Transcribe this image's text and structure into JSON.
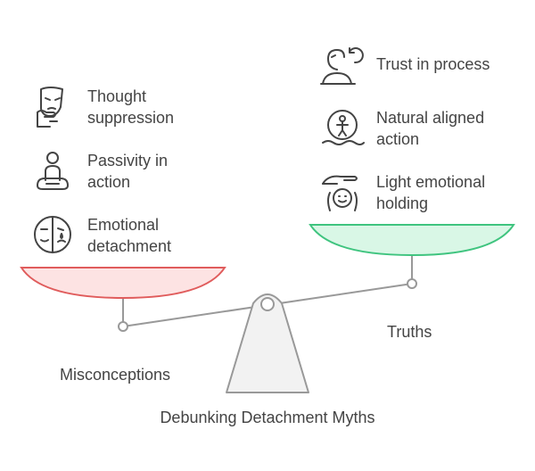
{
  "title": "Debunking Detachment Myths",
  "colors": {
    "left_pan_fill": "#fde3e3",
    "left_pan_stroke": "#e05c5c",
    "right_pan_fill": "#d9f7e6",
    "right_pan_stroke": "#3fc47f",
    "structure": "#999999",
    "fulcrum_fill": "#f2f2f2",
    "text": "#444444"
  },
  "left": {
    "label": "Misconceptions",
    "items": [
      {
        "line1": "Thought",
        "line2": "suppression",
        "icon": "mask-hand-icon"
      },
      {
        "line1": "Passivity in",
        "line2": "action",
        "icon": "meditating-person-icon"
      },
      {
        "line1": "Emotional",
        "line2": "detachment",
        "icon": "half-face-icon"
      }
    ]
  },
  "right": {
    "label": "Truths",
    "items": [
      {
        "line1": "Trust in process",
        "line2": "",
        "icon": "head-cycle-icon"
      },
      {
        "line1": "Natural aligned",
        "line2": "action",
        "icon": "person-in-circle-icon"
      },
      {
        "line1": "Light emotional",
        "line2": "holding",
        "icon": "hand-over-face-icon"
      }
    ]
  }
}
